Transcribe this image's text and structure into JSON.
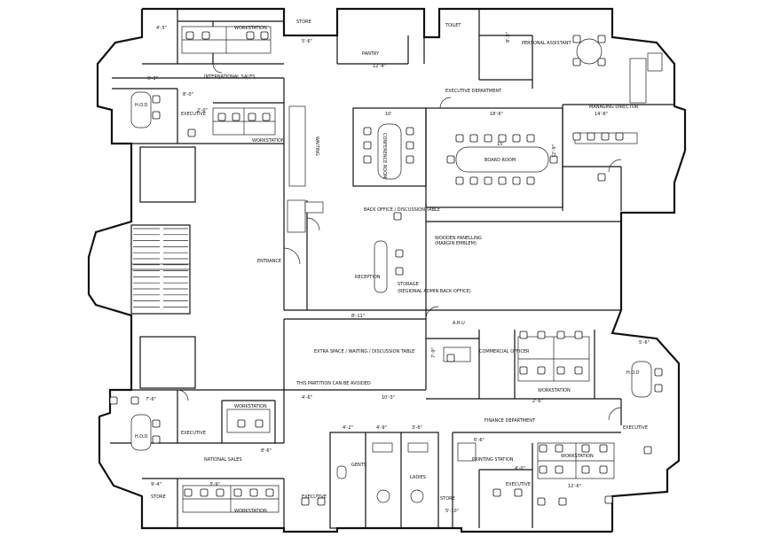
{
  "rooms": {
    "store_top": "STORE",
    "pantry": "PANTRY",
    "toilet": "TOILET",
    "personal_assistant": "PERSONAL ASSISTANT",
    "international_sales": "INTERNATIONAL SALES",
    "workstation_top": "WORKSTATION",
    "hod_top": "H.O.D",
    "executive_top": "EXECUTIVE",
    "workstation_mid_left": "WORKSTATION",
    "waiting": "WAITING",
    "executive_department": "EXECUTIVE DEPARTMENT",
    "managing_director": "MANAGING DIRECTOR",
    "conference_room": "CONFERENCE ROOM",
    "board_room": "BOARD ROOM",
    "back_office": "BACK OFFICE / DISCUSSION TABLE",
    "wooden_panelling": "WOODEN PANELLING",
    "wooden_panelling_sub": "(MARGIN EMBLEM)",
    "entrance": "ENTRANCE",
    "reception": "RECEPTION",
    "storage": "STORAGE",
    "storage_sub": "(REGIONAL ADMIN BACK OFFICE)",
    "ahu": "A.H.U",
    "extra_space": "EXTRA SPACE / WAITING / DISCUSSION TABLE",
    "partition_note": "THIS PARTITION CAN BE AVOIDED",
    "commercial_officer": "COMMERCIAL OFFICER",
    "workstation_finance": "WORKSTATION",
    "hod_right": "H.O.D",
    "executive_right": "EXECUTIVE",
    "finance_department": "FINANCE DEPARTMENT",
    "printing_station": "PRINTING STATION",
    "workstation_bottom_right": "WORKSTATION",
    "executive_bottom_right": "EXECUTIVE",
    "store_bottom_right": "STORE",
    "gents": "GENTS",
    "ladies": "LADIES",
    "hod_bottom_left": "H.O.D",
    "workstation_bottom_left": "WORKSTATION",
    "executive_bottom_left": "EXECUTIVE",
    "national_sales": "NATIONAL SALES",
    "store_bottom_left": "STORE",
    "workstation_bottom": "WORKSTATION",
    "executive_bottom": "EXECUTIVE"
  },
  "dimensions": {
    "d_4_5_top": "4'-5\"",
    "d_5_6_store": "5'-6\"",
    "d_12_4": "12'-4\"",
    "d_8_3": "8'-3\"",
    "d_9_3": "9'-3\"",
    "d_8_0": "8'-0\"",
    "d_10": "10'",
    "d_18_6": "18'-6\"",
    "d_14_6": "14'-6\"",
    "d_15": "15'",
    "d_12_9": "12'-9\"",
    "d_2_0": "2'-0\"",
    "d_7_9": "7'-9\"",
    "d_8_11": "8'-11\"",
    "d_10_3": "10'-3\"",
    "d_4_6": "4'-6\"",
    "d_2_6": "2'-6\"",
    "d_5_6": "5'-6\"",
    "d_7_6": "7'-6\"",
    "d_4_2": "4'-2\"",
    "d_4_9": "4'-9\"",
    "d_3_6": "3'-6\"",
    "d_5_10": "5'-10\"",
    "d_12_6": "12'-6\"",
    "d_6_6": "6'-6\"",
    "d_4_0": "4'-0\"",
    "d_3_9": "3'-9\"",
    "d_9_4": "9'-4\"",
    "d_8_6": "8'-6\""
  }
}
